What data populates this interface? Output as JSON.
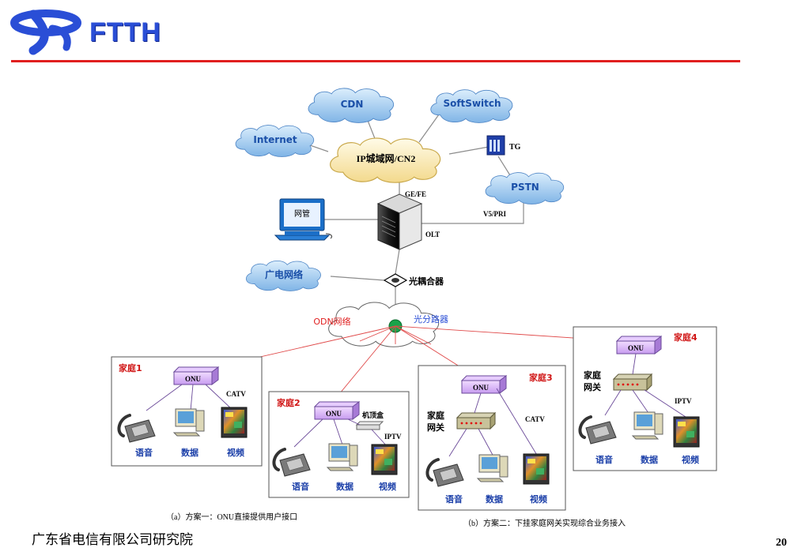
{
  "header": {
    "title": "FTTH",
    "logo_icon": "china-telecom-logo-icon",
    "colors": {
      "title": "#2a4ed6",
      "rule": "#e01f1f"
    }
  },
  "network": {
    "clouds": {
      "cdn": "CDN",
      "softswitch": "SoftSwitch",
      "internet": "Internet",
      "ip_metro": "IP城域网/CN2",
      "pstn": "PSTN",
      "broadcast": "广电网络",
      "odn": "ODN网络"
    },
    "tg": "TG",
    "ge_fe": "GE/FE",
    "v5_pri": "V5/PRI",
    "nms": "网管",
    "olt": "OLT",
    "coupler": "光耦合器",
    "splitter": "光分路器"
  },
  "homes": [
    {
      "title": "家庭1",
      "onu": "ONU",
      "side_label": "CATV",
      "terminals": [
        "语音",
        "数据",
        "视频"
      ]
    },
    {
      "title": "家庭2",
      "onu": "ONU",
      "stb": "机顶盒",
      "side_label": "IPTV",
      "terminals": [
        "语音",
        "数据",
        "视频"
      ]
    },
    {
      "title": "家庭3",
      "onu": "ONU",
      "gateway": "家庭\n网关",
      "gateway_lines": [
        "家庭",
        "网关"
      ],
      "side_label": "CATV",
      "terminals": [
        "语音",
        "数据",
        "视频"
      ]
    },
    {
      "title": "家庭4",
      "onu": "ONU",
      "gateway_lines": [
        "家庭",
        "网关"
      ],
      "side_label": "IPTV",
      "terminals": [
        "语音",
        "数据",
        "视频"
      ]
    }
  ],
  "captions": {
    "scheme_a": "（a）方案一：ONU直接提供用户接口",
    "scheme_b": "（b）方案二：下挂家庭网关实现综合业务接入"
  },
  "footer": {
    "org": "广东省电信有限公司研究院",
    "page": "20"
  }
}
